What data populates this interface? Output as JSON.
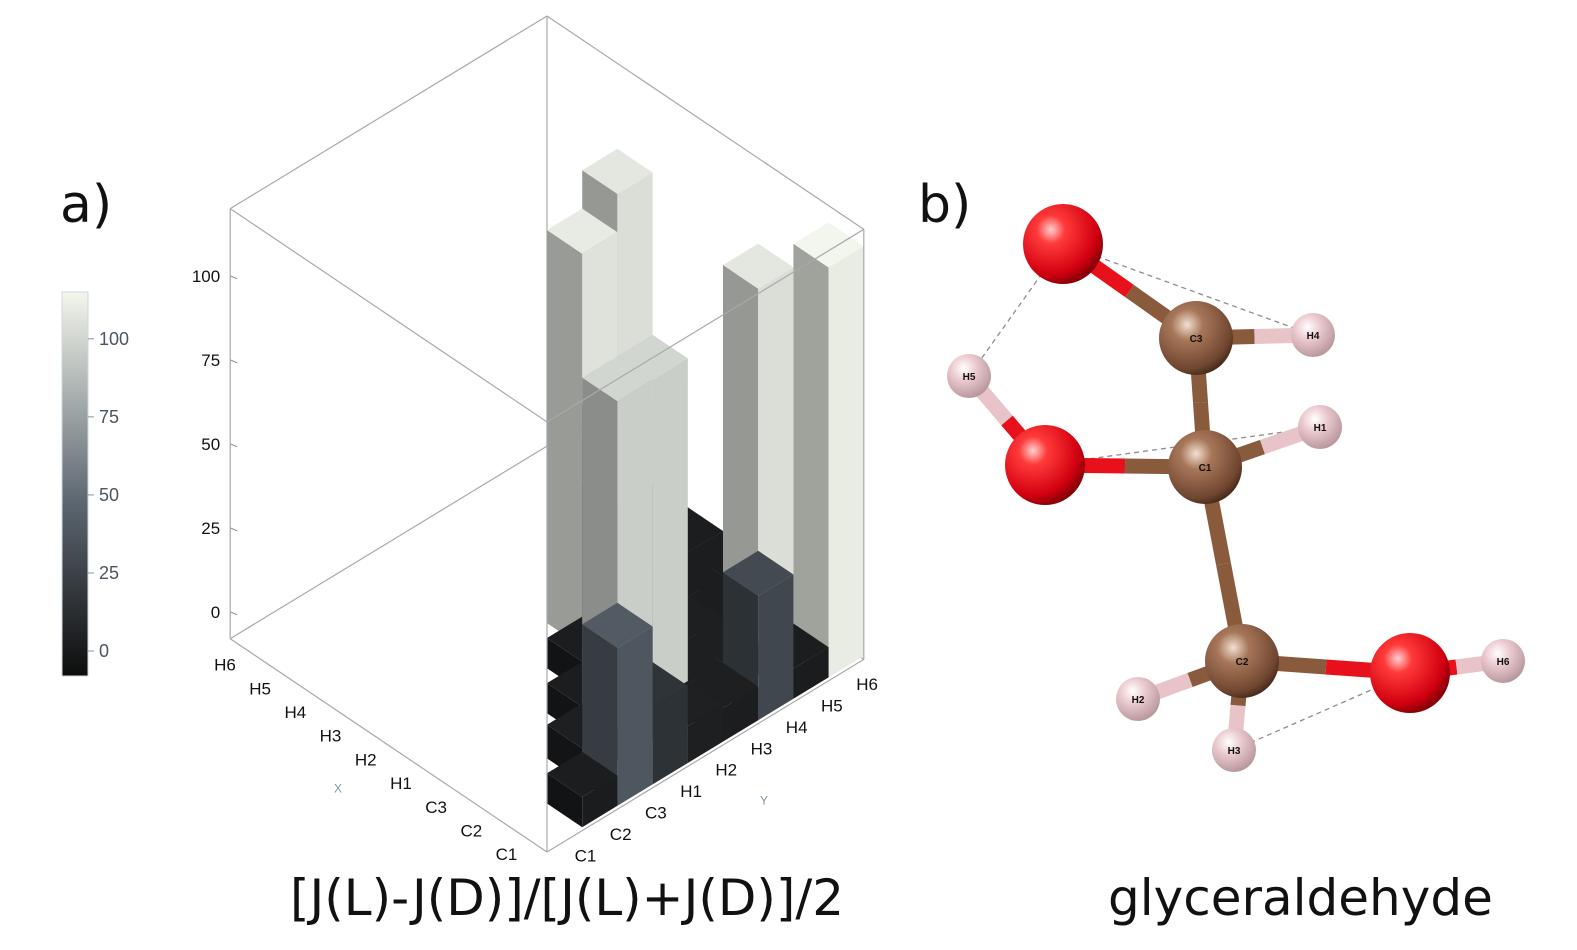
{
  "panel_a_label": "a)",
  "panel_b_label": "b)",
  "caption_a": "[J(L)-J(D)]/[J(L)+J(D)]/2",
  "caption_b": "glyceraldehyde",
  "chart_data": {
    "type": "bar3d",
    "x_axis_name": "X",
    "y_axis_name": "Y",
    "x_categories": [
      "C1",
      "C2",
      "C3",
      "H1",
      "H2",
      "H3",
      "H4",
      "H5",
      "H6"
    ],
    "y_categories": [
      "C1",
      "C2",
      "C3",
      "H1",
      "H2",
      "H3",
      "H4",
      "H5",
      "H6"
    ],
    "z_ticks": [
      0,
      25,
      50,
      75,
      100
    ],
    "zlim": [
      -8,
      120
    ],
    "colorbar": {
      "ticks": [
        0,
        25,
        50,
        75,
        100
      ],
      "range": [
        -8,
        115
      ],
      "colors": [
        "#0d0d0d",
        "#5c6670",
        "#f3f6ec"
      ]
    },
    "bars": [
      {
        "x": "C1",
        "y": "C2",
        "value": 2
      },
      {
        "x": "C1",
        "y": "C3",
        "value": 40
      },
      {
        "x": "C1",
        "y": "H1",
        "value": 16
      },
      {
        "x": "C1",
        "y": "H2",
        "value": 4
      },
      {
        "x": "C1",
        "y": "H3",
        "value": 3
      },
      {
        "x": "C1",
        "y": "H4",
        "value": 30
      },
      {
        "x": "C1",
        "y": "H5",
        "value": 2
      },
      {
        "x": "C1",
        "y": "H6",
        "value": 115
      },
      {
        "x": "C2",
        "y": "C3",
        "value": 3
      },
      {
        "x": "C2",
        "y": "H1",
        "value": 100
      },
      {
        "x": "C2",
        "y": "H2",
        "value": 100
      },
      {
        "x": "C2",
        "y": "H3",
        "value": 3
      },
      {
        "x": "C2",
        "y": "H4",
        "value": 3
      },
      {
        "x": "C2",
        "y": "H5",
        "value": 108
      },
      {
        "x": "C2",
        "y": "H6",
        "value": 2
      },
      {
        "x": "C3",
        "y": "H1",
        "value": 2
      },
      {
        "x": "C3",
        "y": "H2",
        "value": 55
      },
      {
        "x": "C3",
        "y": "H3",
        "value": 2
      },
      {
        "x": "C3",
        "y": "H4",
        "value": 3
      },
      {
        "x": "C3",
        "y": "H5",
        "value": 2
      },
      {
        "x": "C3",
        "y": "H6",
        "value": 2
      },
      {
        "x": "H1",
        "y": "H2",
        "value": 2
      },
      {
        "x": "H1",
        "y": "H3",
        "value": 65
      },
      {
        "x": "H1",
        "y": "H4",
        "value": 3
      },
      {
        "x": "H1",
        "y": "H5",
        "value": 2
      },
      {
        "x": "H1",
        "y": "H6",
        "value": 2
      },
      {
        "x": "H2",
        "y": "H3",
        "value": 110
      },
      {
        "x": "H2",
        "y": "H4",
        "value": 25
      },
      {
        "x": "H2",
        "y": "H5",
        "value": 2
      },
      {
        "x": "H2",
        "y": "H6",
        "value": 2
      },
      {
        "x": "H3",
        "y": "H4",
        "value": 12
      },
      {
        "x": "H3",
        "y": "H5",
        "value": 108
      },
      {
        "x": "H3",
        "y": "H6",
        "value": 2
      },
      {
        "x": "H4",
        "y": "H5",
        "value": 2
      },
      {
        "x": "H4",
        "y": "H6",
        "value": 2
      },
      {
        "x": "H5",
        "y": "H6",
        "value": 2
      }
    ]
  },
  "molecule": {
    "atom_colors": {
      "C": "#8a5a3c",
      "O": "#e8101a",
      "H": "#e8c4c8"
    },
    "atoms": [
      {
        "id": "O3",
        "element": "O",
        "label": ""
      },
      {
        "id": "C3",
        "element": "C",
        "label": "C3"
      },
      {
        "id": "H4",
        "element": "H",
        "label": "H4"
      },
      {
        "id": "H5",
        "element": "H",
        "label": "H5"
      },
      {
        "id": "O1",
        "element": "O",
        "label": ""
      },
      {
        "id": "C1",
        "element": "C",
        "label": "C1"
      },
      {
        "id": "H1",
        "element": "H",
        "label": "H1"
      },
      {
        "id": "C2",
        "element": "C",
        "label": "C2"
      },
      {
        "id": "O2",
        "element": "O",
        "label": ""
      },
      {
        "id": "H6",
        "element": "H",
        "label": "H6"
      },
      {
        "id": "H2",
        "element": "H",
        "label": "H2"
      },
      {
        "id": "H3",
        "element": "H",
        "label": "H3"
      }
    ],
    "bonds": [
      [
        "O3",
        "C3"
      ],
      [
        "C3",
        "H4"
      ],
      [
        "C3",
        "C1"
      ],
      [
        "H5",
        "O1"
      ],
      [
        "O1",
        "C1"
      ],
      [
        "C1",
        "H1"
      ],
      [
        "C1",
        "C2"
      ],
      [
        "C2",
        "O2"
      ],
      [
        "O2",
        "H6"
      ],
      [
        "C2",
        "H2"
      ],
      [
        "C2",
        "H3"
      ]
    ],
    "hbonds": [
      [
        "O3",
        "H5"
      ],
      [
        "O3",
        "H4"
      ],
      [
        "O1",
        "H1"
      ],
      [
        "C2",
        "O2"
      ],
      [
        "H3",
        "O2"
      ]
    ]
  }
}
